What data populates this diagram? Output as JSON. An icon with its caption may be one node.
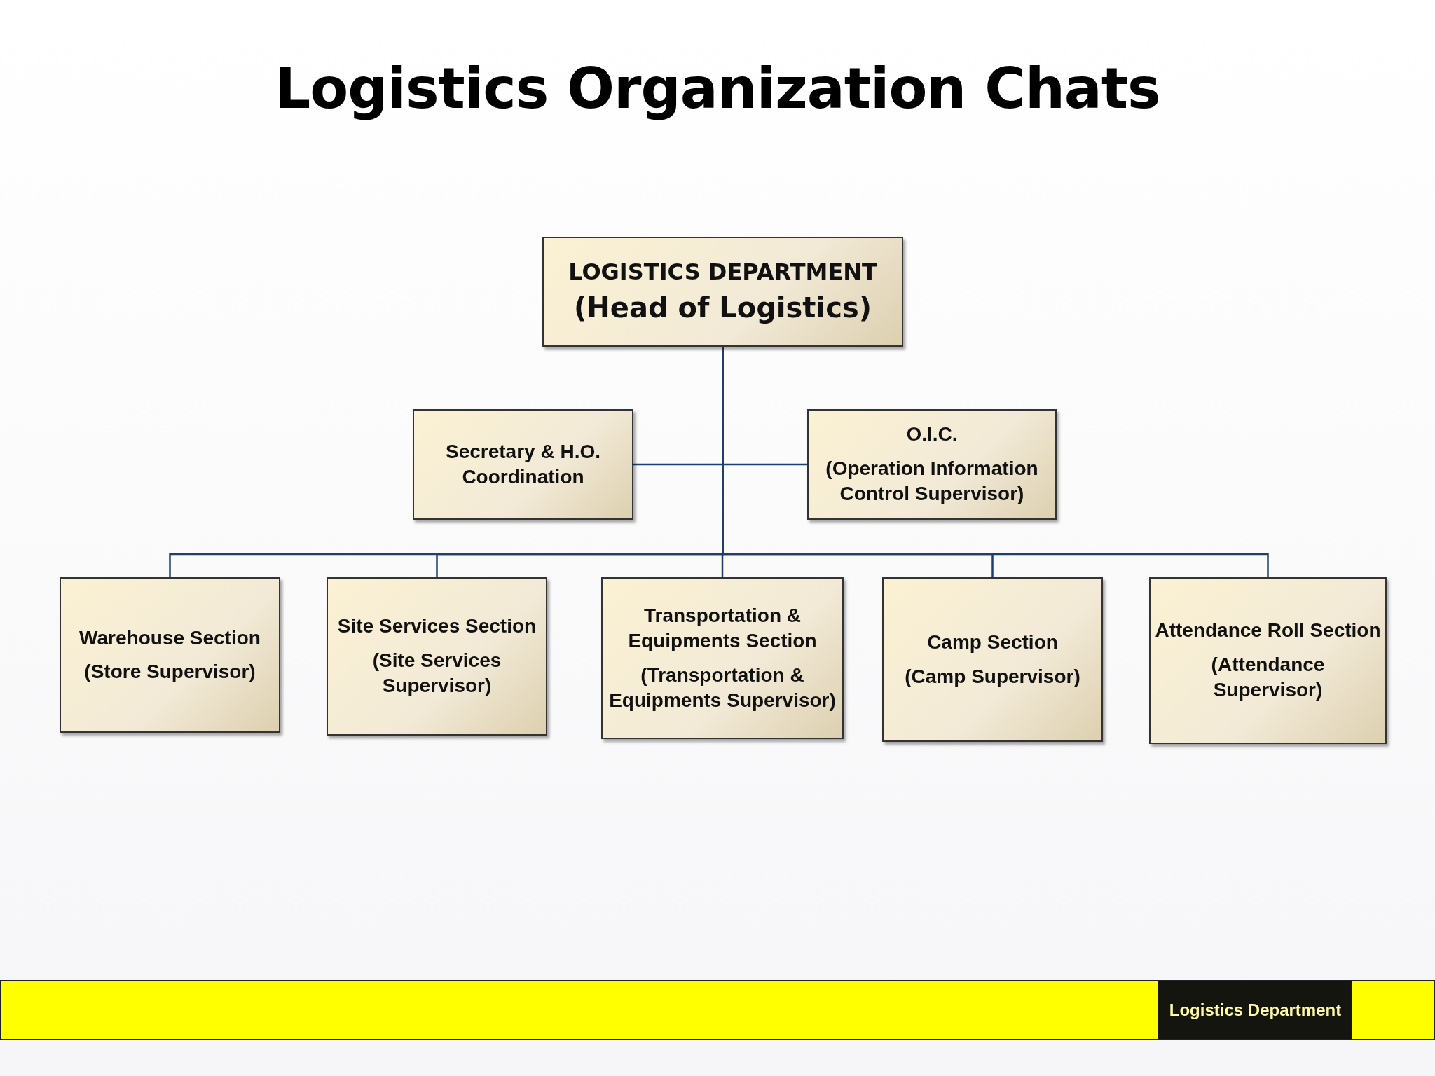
{
  "diagram": {
    "title": "Logistics Organization Chats",
    "nodes": [
      {
        "text": [
          "LOGISTICS DEPARTMENT",
          "(Head of Logistics)"
        ]
      },
      {
        "text": [
          "Secretary & H.O. Coordination"
        ]
      },
      {
        "text": [
          "O.I.C.",
          "(Operation Information Control Supervisor)"
        ]
      },
      {
        "text": [
          "Warehouse Section",
          "(Store Supervisor)"
        ]
      },
      {
        "text": [
          "Site Services Section",
          "(Site Services Supervisor)"
        ]
      },
      {
        "text": [
          "Transportation & Equipments Section",
          "(Transportation & Equipments Supervisor)"
        ]
      },
      {
        "text": [
          "Camp Section",
          "(Camp Supervisor)"
        ]
      },
      {
        "text": [
          "Attendance Roll Section",
          "(Attendance Supervisor)"
        ]
      },
      {
        "text": [
          "Logistics Department"
        ]
      }
    ],
    "edges": [
      {
        "from": 0,
        "to": 1,
        "arrow": "none"
      },
      {
        "from": 0,
        "to": 2,
        "arrow": "none"
      },
      {
        "from": 0,
        "to": 3,
        "arrow": "none"
      },
      {
        "from": 0,
        "to": 4,
        "arrow": "none"
      },
      {
        "from": 0,
        "to": 5,
        "arrow": "none"
      },
      {
        "from": 0,
        "to": 6,
        "arrow": "none"
      },
      {
        "from": 0,
        "to": 7,
        "arrow": "none"
      }
    ]
  }
}
